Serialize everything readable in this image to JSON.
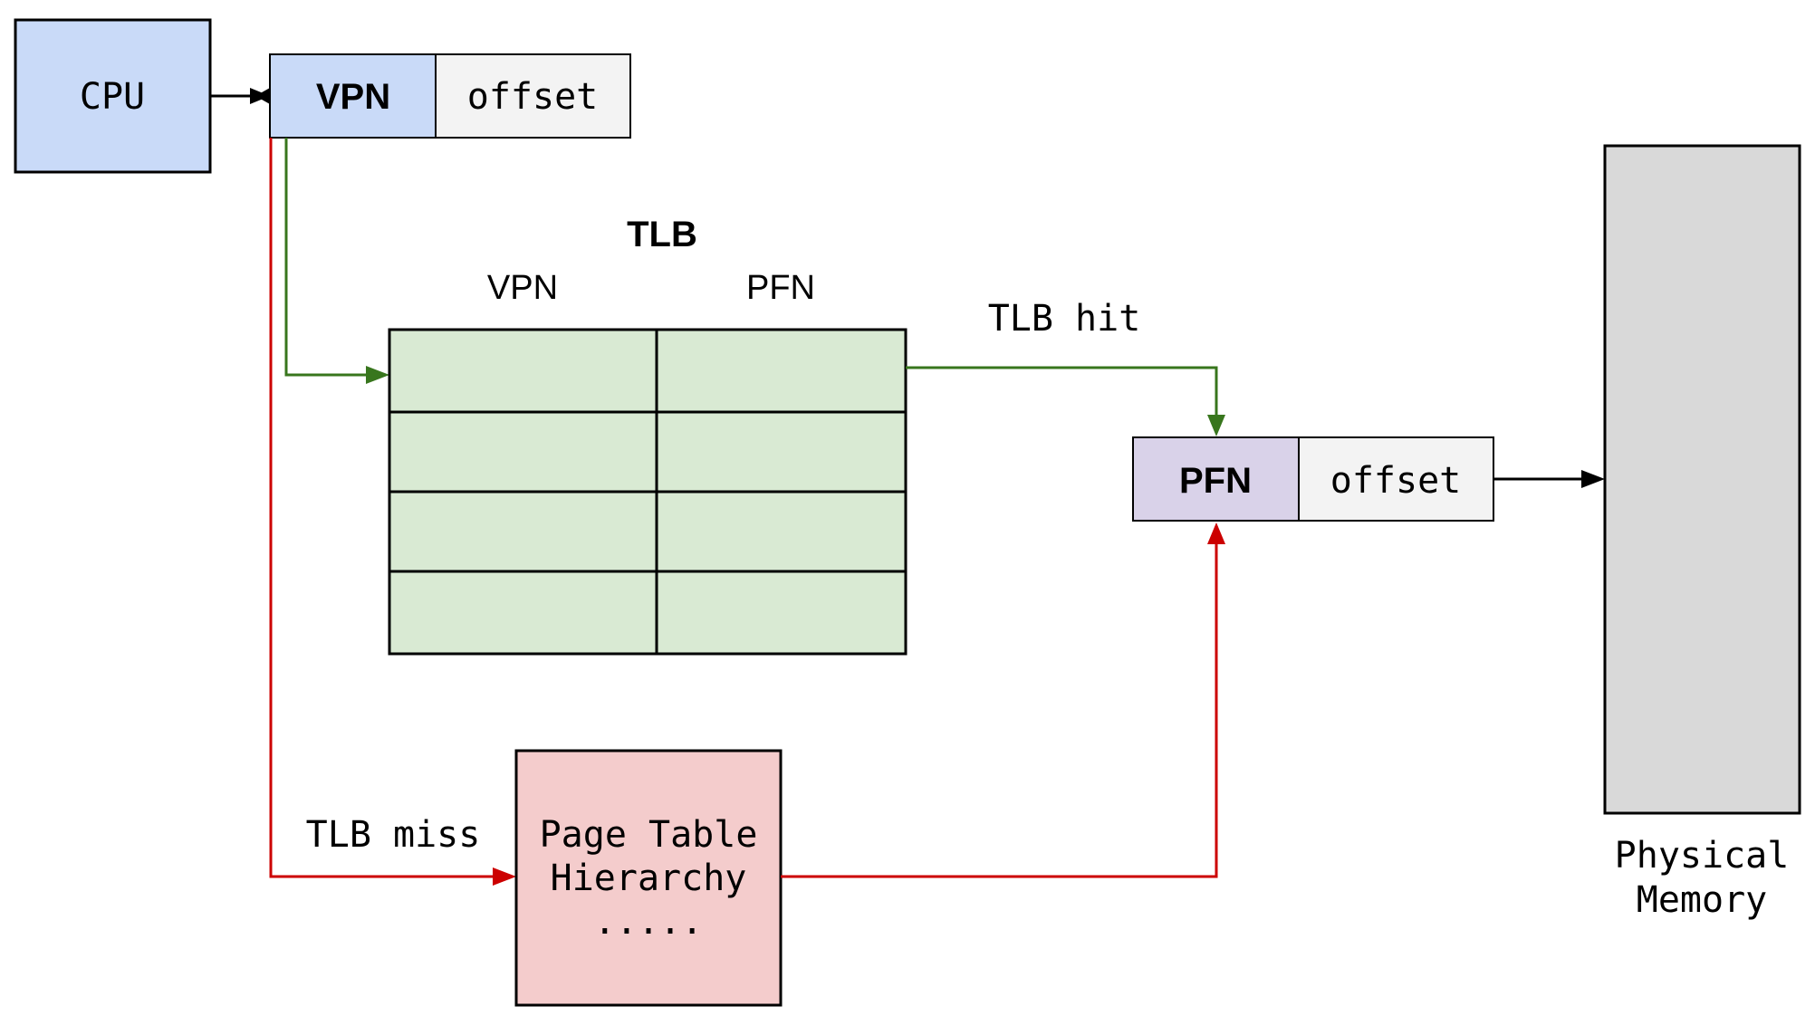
{
  "cpu": {
    "label": "CPU",
    "color": "#c9daf8"
  },
  "virtual_address": {
    "vpn": "VPN",
    "offset": "offset",
    "vpn_color": "#c9daf8",
    "offset_color": "#f3f3f3"
  },
  "tlb": {
    "title": "TLB",
    "col_vpn": "VPN",
    "col_pfn": "PFN",
    "rows": 4,
    "color": "#d9ead3"
  },
  "tlb_hit": {
    "label": "TLB hit",
    "color": "#38761d"
  },
  "tlb_miss": {
    "label": "TLB miss",
    "color": "#cc0000"
  },
  "physical_address": {
    "pfn": "PFN",
    "offset": "offset",
    "pfn_color": "#d9d2e9",
    "offset_color": "#f3f3f3"
  },
  "page_table": {
    "line1": "Page Table",
    "line2": "Hierarchy",
    "line3": ".....",
    "color": "#f4cccc"
  },
  "physical_memory": {
    "line1": "Physical",
    "line2": "Memory",
    "color": "#d9d9d9"
  }
}
